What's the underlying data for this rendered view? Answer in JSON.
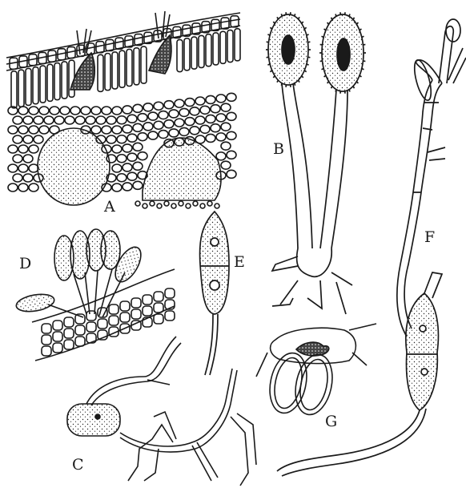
{
  "figure": {
    "panels": [
      {
        "id": "A",
        "label": "A"
      },
      {
        "id": "B",
        "label": "B"
      },
      {
        "id": "C",
        "label": "C"
      },
      {
        "id": "D",
        "label": "D"
      },
      {
        "id": "E",
        "label": "E"
      },
      {
        "id": "F",
        "label": "F"
      },
      {
        "id": "G",
        "label": "G"
      }
    ]
  }
}
